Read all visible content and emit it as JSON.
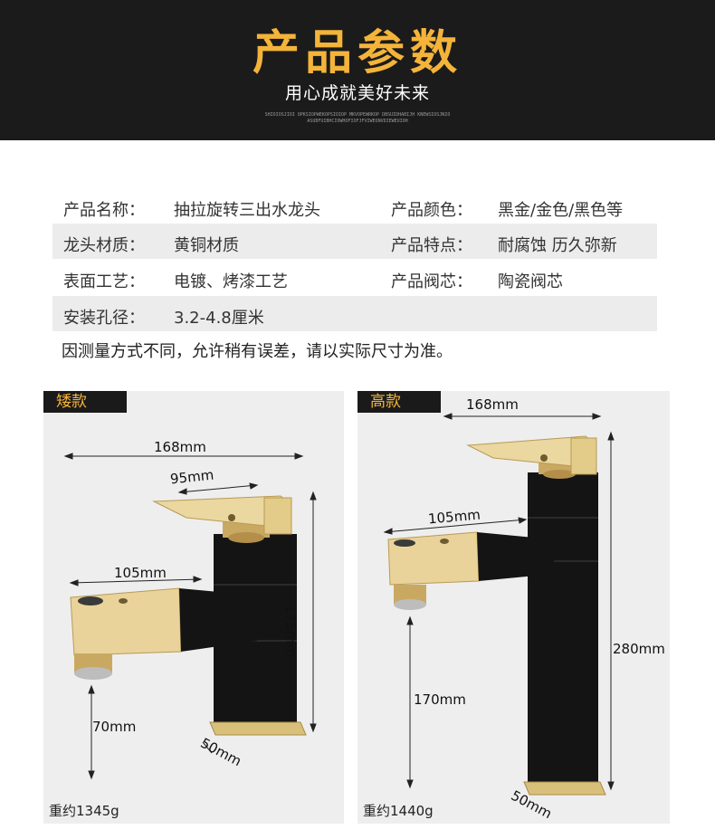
{
  "header": {
    "title": "产品参数",
    "subtitle": "用心成就美好未来",
    "tiny_line1": "SHIOIOSJIOI OPKSIOPWEKOPSIOIOP MKVOPEWRKOP DBSUIDHABIJH KNEWSIOSJNIO",
    "tiny_line2": "ASUBFUIBHCIOWHOFIOFJFVIWEONVDIEWEUIOH"
  },
  "specs": {
    "rows": [
      {
        "l1": "产品名称：",
        "v1": "抽拉旋转三出水龙头",
        "l2": "产品颜色：",
        "v2": "黑金/金色/黑色等"
      },
      {
        "l1": "龙头材质：",
        "v1": "黄铜材质",
        "l2": "产品特点：",
        "v2": "耐腐蚀 历久弥新"
      },
      {
        "l1": "表面工艺：",
        "v1": "电镀、烤漆工艺",
        "l2": "产品阀芯：",
        "v2": "陶瓷阀芯"
      },
      {
        "l1": "安装孔径：",
        "v1": "3.2-4.8厘米",
        "l2": "",
        "v2": ""
      }
    ],
    "note": "因测量方式不同，允许稍有误差，请以实际尺寸为准。"
  },
  "short_model": {
    "tag": "矮款",
    "dims": {
      "total_length": "168mm",
      "handle": "95mm",
      "spout": "105mm",
      "height": "175mm",
      "clearance": "70mm",
      "base": "50mm"
    },
    "weight": "重约1345g"
  },
  "tall_model": {
    "tag": "高款",
    "dims": {
      "total_length": "168mm",
      "spout": "105mm",
      "height": "280mm",
      "clearance": "170mm",
      "base": "50mm"
    },
    "weight": "重约1440g"
  },
  "colors": {
    "gold": "#e9d39a",
    "gold_dark": "#b99a54",
    "black": "#141414",
    "accent": "#f4b43a"
  }
}
